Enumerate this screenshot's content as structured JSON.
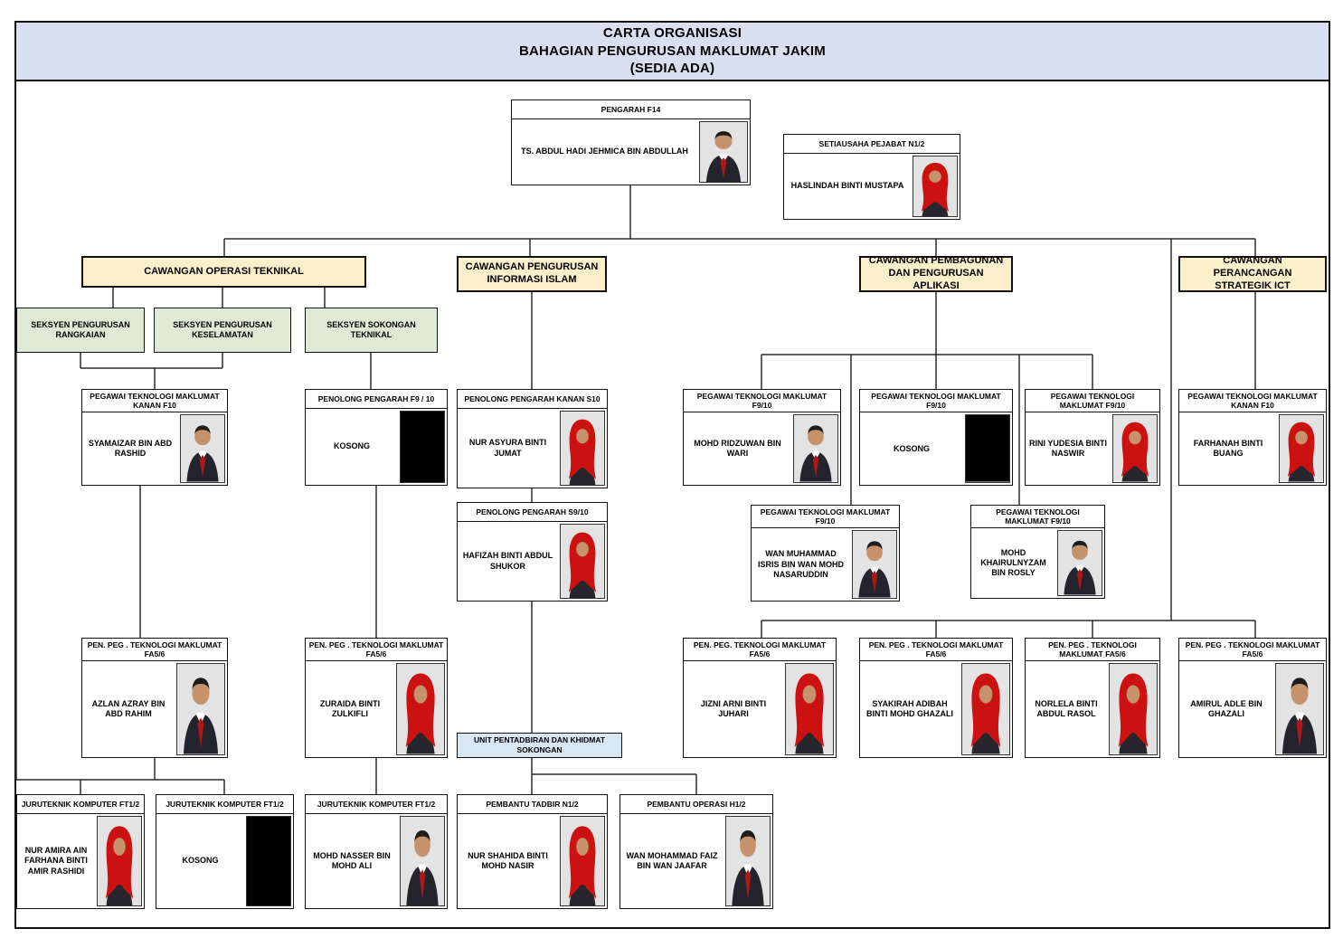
{
  "title": {
    "line1": "CARTA ORGANISASI",
    "line2": "BAHAGIAN PENGURUSAN MAKLUMAT JAKIM",
    "line3": "(SEDIA ADA)"
  },
  "colors": {
    "title_fill": "#d8e0f0",
    "branch_fill": "#fbf0cb",
    "section_fill": "#deead6",
    "unit_fill": "#d9e7f5",
    "vacant_photo": "#000000",
    "hijab_red": "#cc1111",
    "suit_dark": "#23242d"
  },
  "nodes": {
    "pengarah": {
      "title": "PENGARAH F14",
      "name": "TS. ABDUL HADI JEHMICA BIN ABDULLAH",
      "avatar": "male"
    },
    "setiausaha": {
      "title": "SETIAUSAHA PEJABAT N1/2",
      "name": "HASLINDAH BINTI MUSTAPA",
      "avatar": "female"
    },
    "caw_operasi": {
      "label": "CAWANGAN OPERASI TEKNIKAL"
    },
    "caw_informasi": {
      "label": "CAWANGAN PENGURUSAN INFORMASI ISLAM"
    },
    "caw_pembagunan": {
      "label": "CAWANGAN PEMBAGUNAN DAN PENGURUSAN APLIKASI"
    },
    "caw_perancangan": {
      "label": "CAWANGAN PERANCANGAN STRATEGIK ICT"
    },
    "sek_rangkaian": {
      "label": "SEKSYEN PENGURUSAN RANGKAIAN"
    },
    "sek_keselamatan": {
      "label": "SEKSYEN PENGURUSAN KESELAMATAN"
    },
    "sek_sokongan": {
      "label": "SEKSYEN SOKONGAN TEKNIKAL"
    },
    "unit_pentadbiran": {
      "label": "UNIT PENTADBIRAN DAN KHIDMAT SOKONGAN"
    },
    "syamaizar": {
      "title": "PEGAWAI TEKNOLOGI MAKLUMAT KANAN F10",
      "name": "SYAMAIZAR BIN ABD RASHID",
      "avatar": "male"
    },
    "pp_kosong": {
      "title": "PENOLONG PENGARAH F9 / 10",
      "name": "KOSONG",
      "avatar": "vacant"
    },
    "ppk_asyura": {
      "title": "PENOLONG PENGARAH KANAN S10",
      "name": "NUR ASYURA BINTI JUMAT",
      "avatar": "female"
    },
    "ptm_ridzuwan": {
      "title": "PEGAWAI TEKNOLOGI MAKLUMAT F9/10",
      "name": "MOHD RIDZUWAN BIN WARI",
      "avatar": "male"
    },
    "ptm_kosong": {
      "title": "PEGAWAI TEKNOLOGI MAKLUMAT F9/10",
      "name": "KOSONG",
      "avatar": "vacant"
    },
    "ptm_rini": {
      "title": "PEGAWAI TEKNOLOGI MAKLUMAT F9/10",
      "name": "RINI YUDESIA BINTI NASWIR",
      "avatar": "female"
    },
    "ptm_farhanah": {
      "title": "PEGAWAI TEKNOLOGI MAKLUMAT KANAN F10",
      "name": "FARHANAH BINTI BUANG",
      "avatar": "female"
    },
    "pp_hafizah": {
      "title": "PENOLONG PENGARAH S9/10",
      "name": "HAFIZAH BINTI ABDUL SHUKOR",
      "avatar": "female"
    },
    "ptm_isris": {
      "title": "PEGAWAI TEKNOLOGI MAKLUMAT F9/10",
      "name": "WAN MUHAMMAD ISRIS BIN WAN MOHD NASARUDDIN",
      "avatar": "male"
    },
    "ptm_khairulnyzam": {
      "title": "PEGAWAI TEKNOLOGI MAKLUMAT F9/10",
      "name": "MOHD KHAIRULNYZAM BIN ROSLY",
      "avatar": "male"
    },
    "ppt_azlan": {
      "title": "PEN. PEG . TEKNOLOGI MAKLUMAT FA5/6",
      "name": "AZLAN AZRAY BIN ABD RAHIM",
      "avatar": "male"
    },
    "ppt_zuraida": {
      "title": "PEN. PEG . TEKNOLOGI MAKLUMAT FA5/6",
      "name": "ZURAIDA BINTI ZULKIFLI",
      "avatar": "female"
    },
    "ppt_jizni": {
      "title": "PEN. PEG. TEKNOLOGI MAKLUMAT FA5/6",
      "name": "JIZNI ARNI BINTI JUHARI",
      "avatar": "female"
    },
    "ppt_syakirah": {
      "title": "PEN. PEG . TEKNOLOGI MAKLUMAT FA5/6",
      "name": "SYAKIRAH ADIBAH BINTI MOHD GHAZALI",
      "avatar": "female"
    },
    "ppt_norlela": {
      "title": "PEN. PEG . TEKNOLOGI MAKLUMAT FA5/6",
      "name": "NORLELA BINTI ABDUL RASOL",
      "avatar": "female"
    },
    "ppt_amirul": {
      "title": "PEN. PEG . TEKNOLOGI MAKLUMAT FA5/6",
      "name": "AMIRUL ADLE BIN GHAZALI",
      "avatar": "male"
    },
    "jk_amira": {
      "title": "JURUTEKNIK KOMPUTER FT1/2",
      "name": "NUR AMIRA AIN FARHANA BINTI AMIR RASHIDI",
      "avatar": "female"
    },
    "jk_kosong": {
      "title": "JURUTEKNIK KOMPUTER FT1/2",
      "name": "KOSONG",
      "avatar": "vacant"
    },
    "jk_nasser": {
      "title": "JURUTEKNIK KOMPUTER FT1/2",
      "name": "MOHD NASSER BIN MOHD ALI",
      "avatar": "male"
    },
    "pt_shahida": {
      "title": "PEMBANTU TADBIR N1/2",
      "name": "NUR SHAHIDA BINTI MOHD NASIR",
      "avatar": "female"
    },
    "po_faiz": {
      "title": "PEMBANTU OPERASI H1/2",
      "name": "WAN MOHAMMAD FAIZ BIN WAN JAAFAR",
      "avatar": "male"
    }
  }
}
